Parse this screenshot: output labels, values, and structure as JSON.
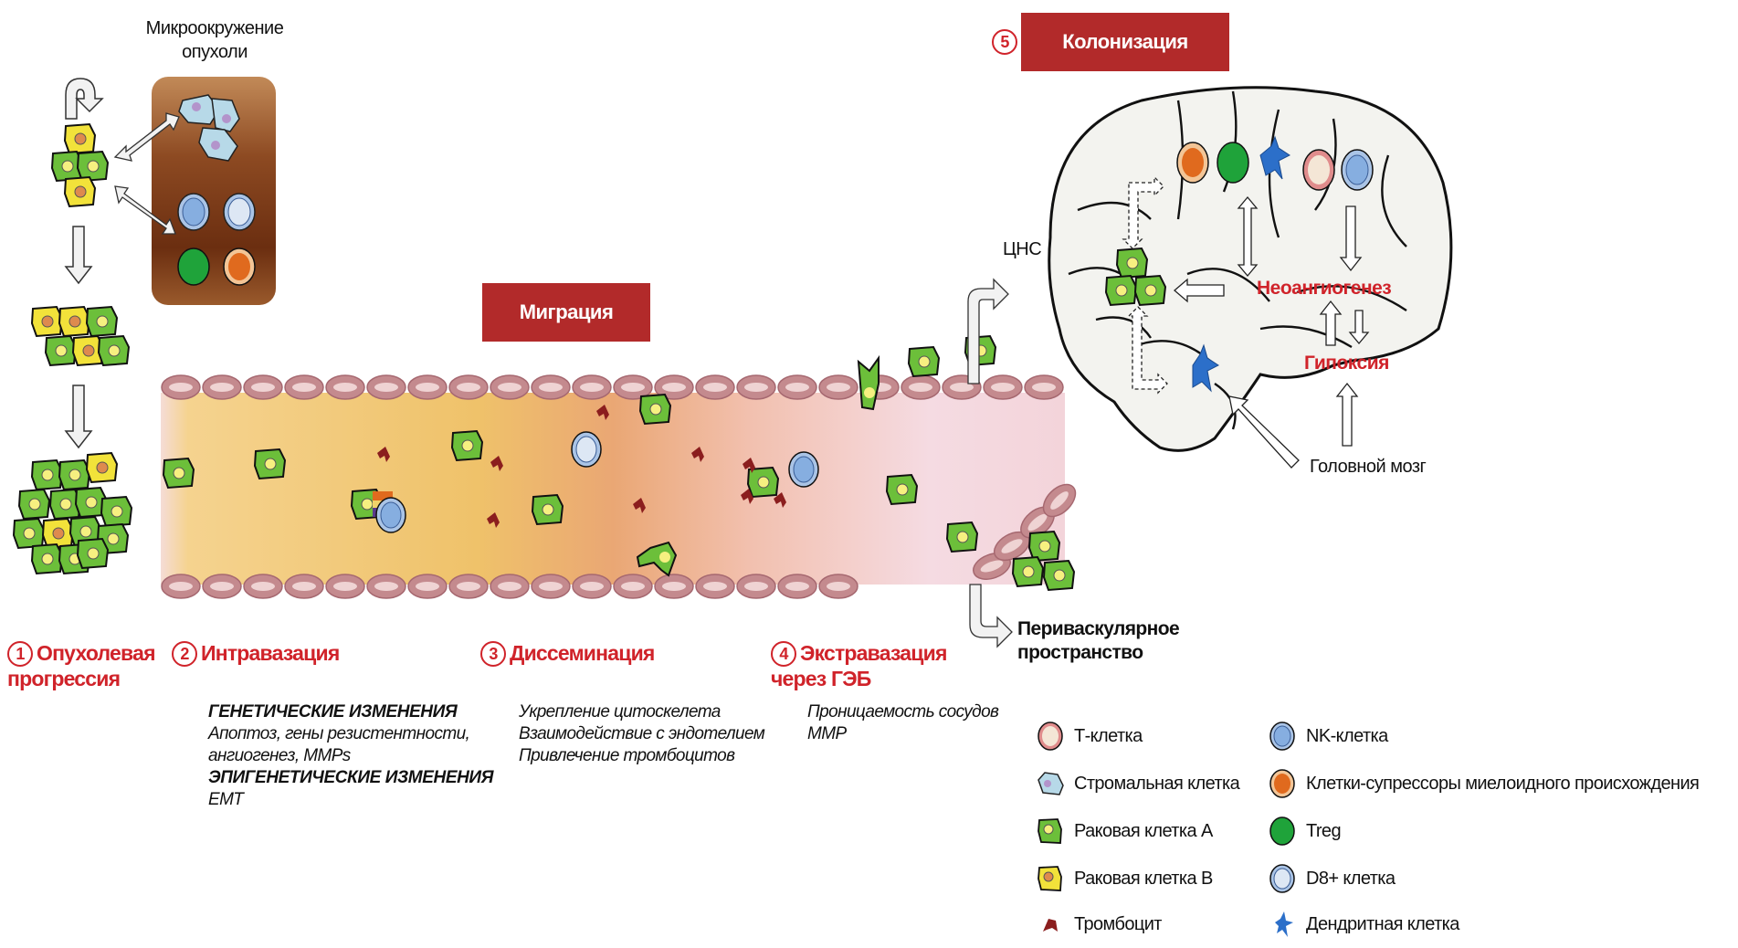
{
  "microenvironment": {
    "label": "Микроокружение опухоли"
  },
  "banners": {
    "migration": "Миграция",
    "colonization": "Колонизация",
    "colonization_num": "5"
  },
  "steps": [
    {
      "num": "1",
      "title": "Опухолевая прогрессия"
    },
    {
      "num": "2",
      "title": "Интравазация"
    },
    {
      "num": "3",
      "title": "Диссеминация"
    },
    {
      "num": "4",
      "title": "Экстравазация через ГЭБ"
    }
  ],
  "intravasation_desc": {
    "genetic_header": "ГЕНЕТИЧЕСКИЕ ИЗМЕНЕНИЯ",
    "genetic_line1": "Апоптоз, гены резистентности,",
    "genetic_line2": "ангиогенез, MMPs",
    "epigenetic_header": "ЭПИГЕНЕТИЧЕСКИЕ ИЗМЕНЕНИЯ",
    "epigenetic_line1": "EMT"
  },
  "dissemination_desc": [
    "Укрепление цитоскелета",
    "Взаимодействие с эндотелием",
    "Привлечение тромбоцитов"
  ],
  "extravasation_desc": [
    "Проницаемость сосудов",
    "MMP"
  ],
  "brain_labels": {
    "cns": "ЦНС",
    "neoangiogenesis": "Неоангиогенез",
    "hypoxia": "Гипоксия",
    "brain": "Головной мозг",
    "perivascular": "Периваскулярное пространство"
  },
  "legend": {
    "left": [
      {
        "label": "Т-клетка",
        "icon": "t-cell-icon"
      },
      {
        "label": "Стромальная клетка",
        "icon": "stromal-cell-icon"
      },
      {
        "label": "Раковая клетка А",
        "icon": "cancer-cell-a-icon"
      },
      {
        "label": "Раковая клетка В",
        "icon": "cancer-cell-b-icon"
      },
      {
        "label": "Тромбоцит",
        "icon": "platelet-icon"
      }
    ],
    "right": [
      {
        "label": "NK-клетка",
        "icon": "nk-cell-icon"
      },
      {
        "label": "Клетки-супрессоры миелоидного происхождения",
        "icon": "mdsc-icon"
      },
      {
        "label": "Treg",
        "icon": "treg-icon"
      },
      {
        "label": "D8+ клетка",
        "icon": "cd8-cell-icon"
      },
      {
        "label": "Дендритная клетка",
        "icon": "dendritic-cell-icon"
      }
    ]
  },
  "colors": {
    "banner": "#b22a2a",
    "step_red": "#d0232a",
    "cancer_a": "#6cbf3a",
    "cancer_b": "#f2e23a",
    "stromal": "#b7d9e8",
    "nk": "#86aee0",
    "cd8": "#d6e2f2",
    "treg": "#1fa33a",
    "mdsc": "#e06a1e",
    "t_cell": "#f4e6d6",
    "platelet": "#8b1e1e",
    "dendritic": "#2c6fc9",
    "endothelium": "#c48a8e"
  }
}
